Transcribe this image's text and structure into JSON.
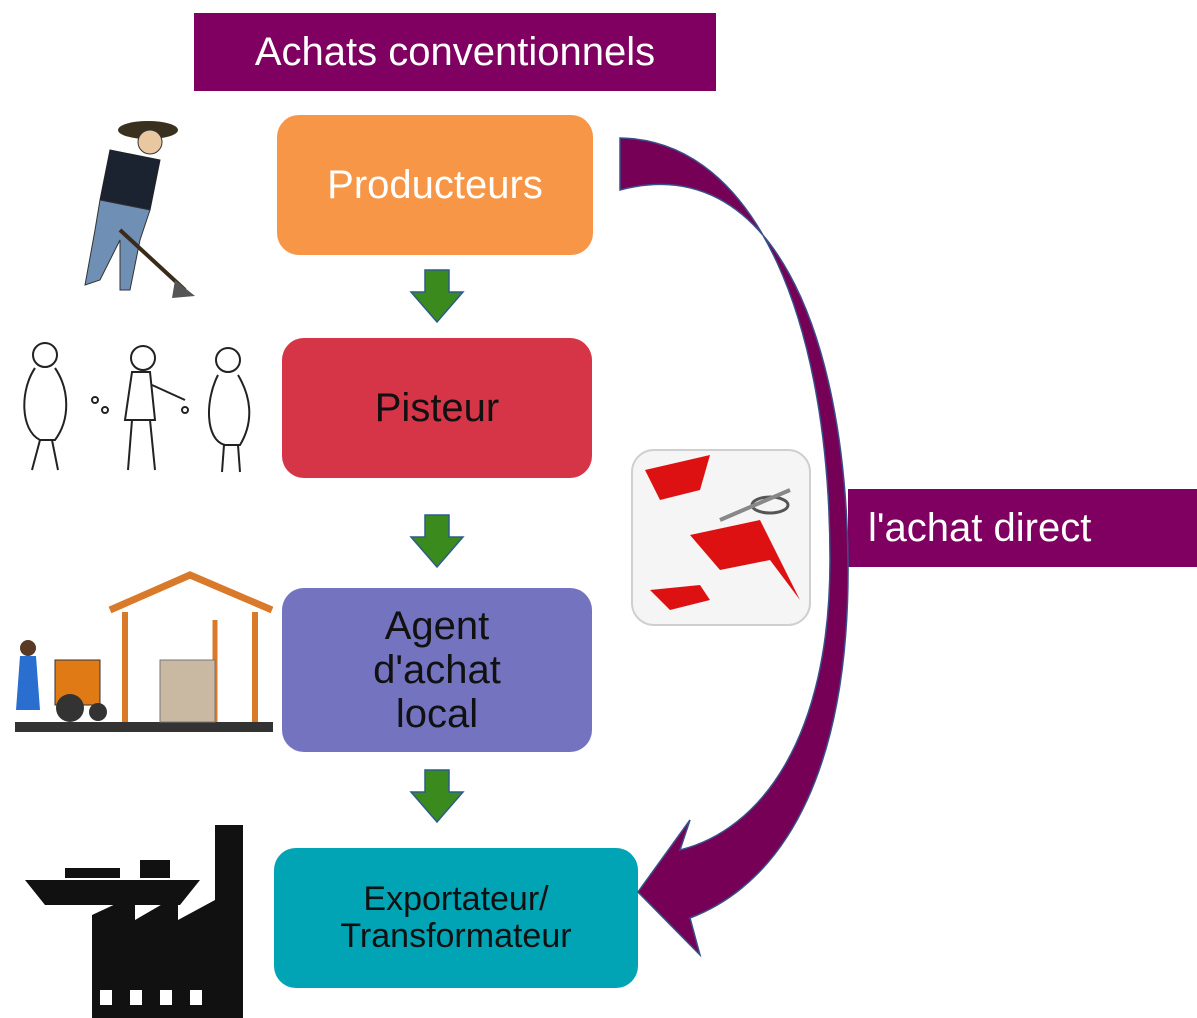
{
  "title": "Achats conventionnels",
  "direct_label": "l'achat direct",
  "steps": [
    {
      "label": "Producteurs",
      "color": "#f79646"
    },
    {
      "label": "Pisteur",
      "color": "#d63447"
    },
    {
      "label": "Agent\nd'achat\nlocal",
      "color": "#7473c0"
    },
    {
      "label": "Exportateur/\nTransformateur",
      "color": "#00a4b4"
    }
  ],
  "colors": {
    "label_bg": "#7f0060",
    "down_arrow": "#3a8a1e",
    "curve_arrow": "#750055"
  },
  "icons": [
    "farmer-icon",
    "traders-icon",
    "warehouse-icon",
    "ship-factory-icon",
    "scissors-cut-icon"
  ]
}
